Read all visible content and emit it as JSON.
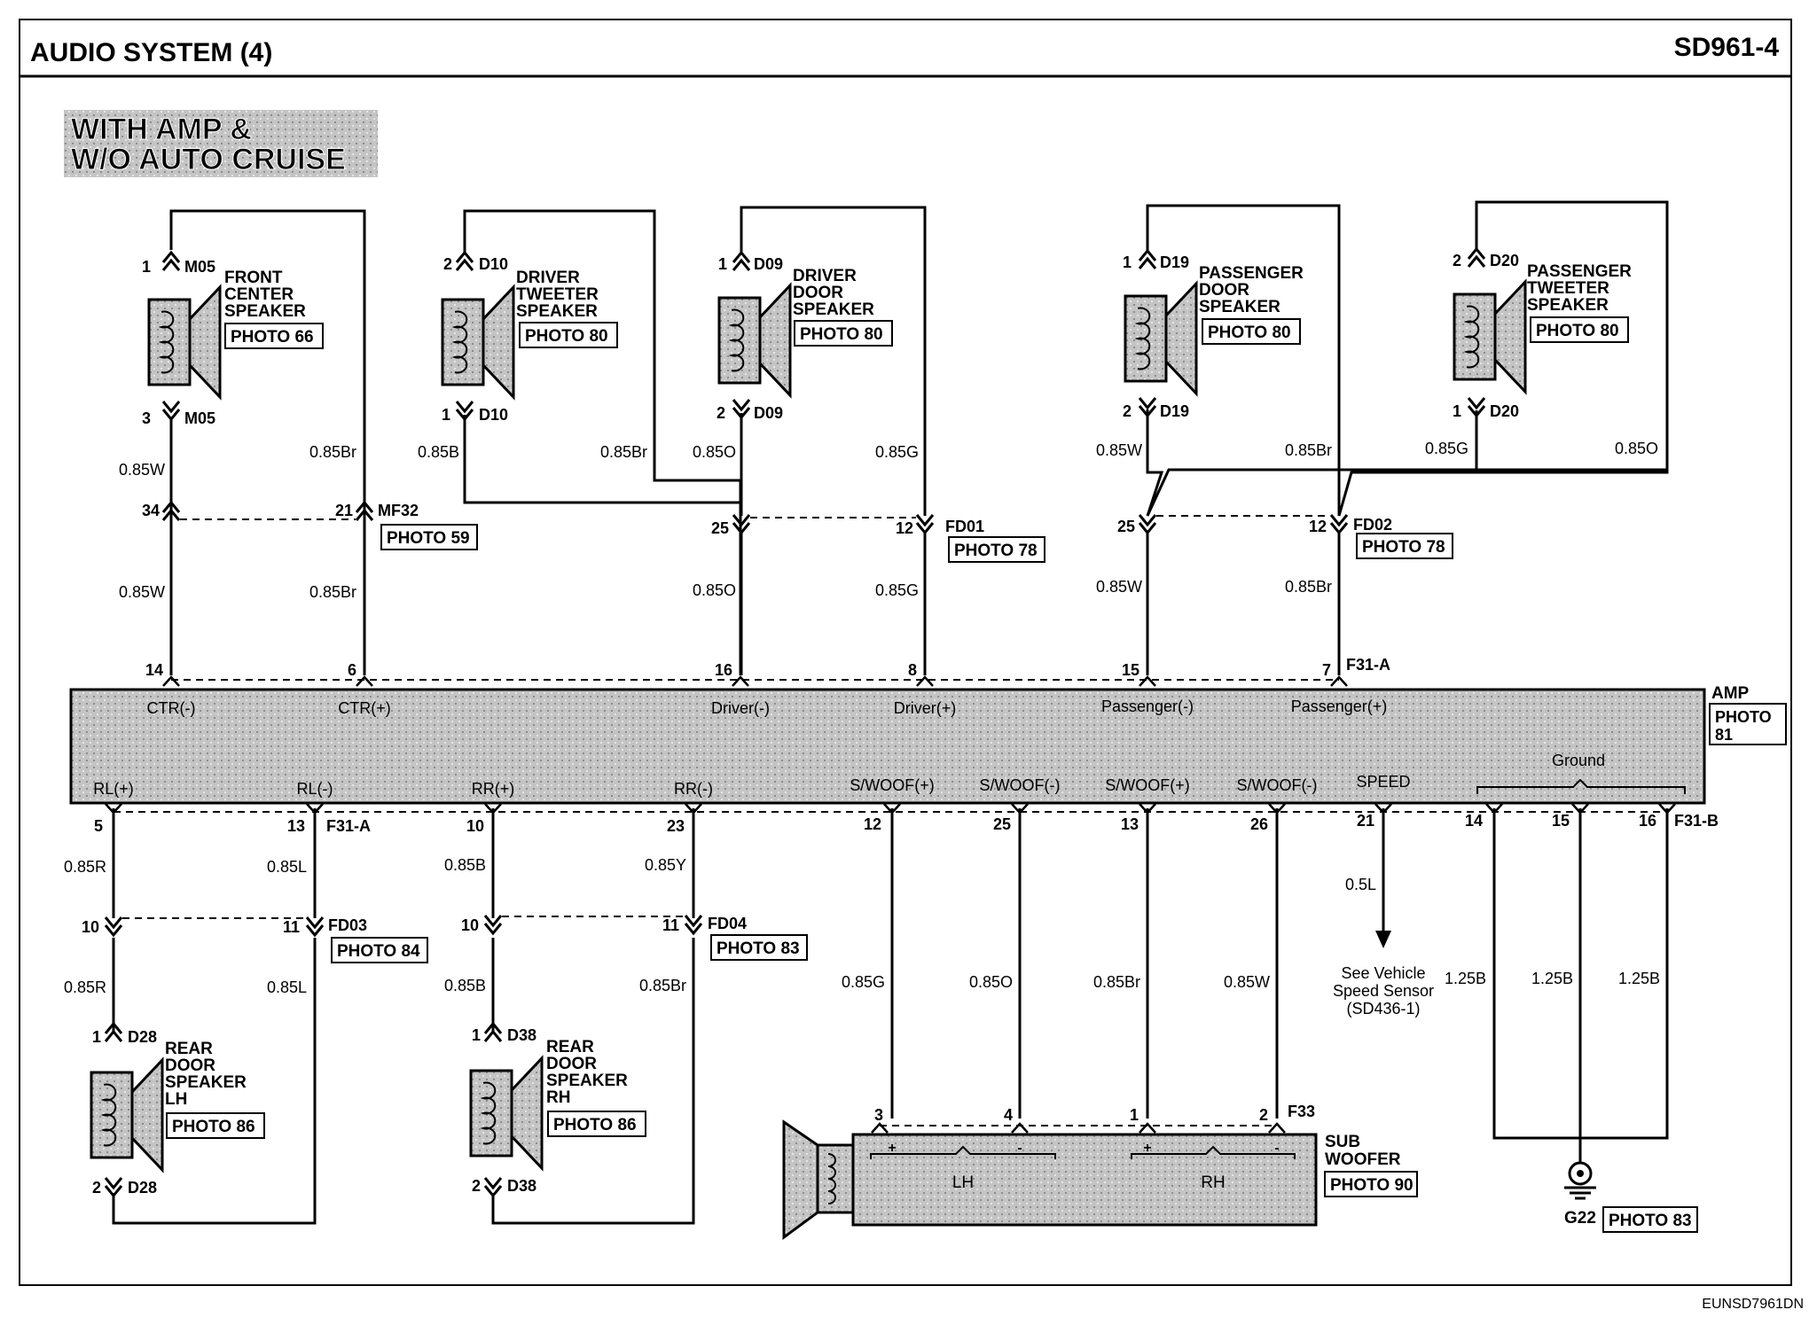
{
  "header": {
    "title": "AUDIO SYSTEM (4)",
    "code": "SD961-4"
  },
  "variant": {
    "line1": "WITH AMP &",
    "line2": "W/O AUTO CRUISE"
  },
  "speakers": [
    {
      "id": "front-center",
      "l1": "FRONT",
      "l2": "CENTER",
      "l3": "SPEAKER",
      "photo": "PHOTO 66",
      "connector": "M05",
      "pin_top": "1",
      "pin_bottom": "3"
    },
    {
      "id": "driver-tweeter",
      "l1": "DRIVER",
      "l2": "TWEETER",
      "l3": "SPEAKER",
      "photo": "PHOTO 80",
      "connector": "D10",
      "pin_top": "2",
      "pin_bottom": "1"
    },
    {
      "id": "driver-door",
      "l1": "DRIVER",
      "l2": "DOOR",
      "l3": "SPEAKER",
      "photo": "PHOTO 80",
      "connector": "D09",
      "pin_top": "1",
      "pin_bottom": "2"
    },
    {
      "id": "passenger-door",
      "l1": "PASSENGER",
      "l2": "DOOR",
      "l3": "SPEAKER",
      "photo": "PHOTO 80",
      "connector": "D19",
      "pin_top": "1",
      "pin_bottom": "2"
    },
    {
      "id": "passenger-tweeter",
      "l1": "PASSENGER",
      "l2": "TWEETER",
      "l3": "SPEAKER",
      "photo": "PHOTO 80",
      "connector": "D20",
      "pin_top": "2",
      "pin_bottom": "1"
    },
    {
      "id": "rear-door-lh",
      "l1": "REAR",
      "l2": "DOOR",
      "l3": "SPEAKER",
      "l4": "LH",
      "photo": "PHOTO 86",
      "connector": "D28",
      "pin_top": "1",
      "pin_bottom": "2"
    },
    {
      "id": "rear-door-rh",
      "l1": "REAR",
      "l2": "DOOR",
      "l3": "SPEAKER",
      "l4": "RH",
      "photo": "PHOTO 86",
      "connector": "D38",
      "pin_top": "1",
      "pin_bottom": "2"
    }
  ],
  "connectors": {
    "mf32": {
      "name": "MF32",
      "photo": "PHOTO 59",
      "pin_a": "34",
      "pin_b": "21"
    },
    "fd01": {
      "name": "FD01",
      "photo": "PHOTO 78",
      "pin_a": "25",
      "pin_b": "12"
    },
    "fd02": {
      "name": "FD02",
      "photo": "PHOTO 78",
      "pin_a": "25",
      "pin_b": "12"
    },
    "fd03": {
      "name": "FD03",
      "photo": "PHOTO 84",
      "pin_a": "10",
      "pin_b": "11"
    },
    "fd04": {
      "name": "FD04",
      "photo": "PHOTO 83",
      "pin_a": "10",
      "pin_b": "11"
    },
    "f31a_top": {
      "name": "F31-A",
      "pins": [
        "14",
        "6",
        "16",
        "8",
        "15",
        "7"
      ]
    },
    "f31a_bottom": {
      "name": "F31-A",
      "pins": [
        "5",
        "13",
        "10",
        "23"
      ]
    },
    "f31b": {
      "name": "F31-B",
      "pins": [
        "12",
        "25",
        "13",
        "26",
        "21",
        "14",
        "15",
        "16"
      ]
    },
    "f33": {
      "name": "F33",
      "pins": [
        "3",
        "4",
        "1",
        "2"
      ]
    }
  },
  "amp": {
    "name": "AMP",
    "photo_l1": "PHOTO",
    "photo_l2": "81",
    "top_terminals": [
      "CTR(-)",
      "CTR(+)",
      "Driver(-)",
      "Driver(+)",
      "Passenger(-)",
      "Passenger(+)"
    ],
    "bottom_terminals": [
      "RL(+)",
      "RL(-)",
      "RR(+)",
      "RR(-)",
      "S/WOOF(+)",
      "S/WOOF(-)",
      "S/WOOF(+)",
      "S/WOOF(-)",
      "SPEED"
    ],
    "ground_label": "Ground"
  },
  "wires": {
    "fc_w1": "0.85W",
    "fc_br1": "0.85Br",
    "fc_w2": "0.85W",
    "fc_br2": "0.85Br",
    "dt_b": "0.85B",
    "dt_br": "0.85Br",
    "dd_o": "0.85O",
    "dd_g": "0.85G",
    "dr_o2": "0.85O",
    "dr_g2": "0.85G",
    "pd_w": "0.85W",
    "pd_br": "0.85Br",
    "pt_g": "0.85G",
    "pt_o": "0.85O",
    "pa_w2": "0.85W",
    "pa_br2": "0.85Br",
    "rl_r1": "0.85R",
    "rl_l1": "0.85L",
    "rl_r2": "0.85R",
    "rl_l2": "0.85L",
    "rr_b1": "0.85B",
    "rr_y1": "0.85Y",
    "rr_b2": "0.85B",
    "rr_br2": "0.85Br",
    "sw_g": "0.85G",
    "sw_o": "0.85O",
    "sw_br": "0.85Br",
    "sw_w": "0.85W",
    "speed": "0.5L",
    "gnd1": "1.25B",
    "gnd2": "1.25B",
    "gnd3": "1.25B"
  },
  "speed_note": {
    "l1": "See Vehicle",
    "l2": "Speed Sensor",
    "l3": "(SD436-1)"
  },
  "subwoofer": {
    "l1": "SUB",
    "l2": "WOOFER",
    "photo": "PHOTO 90",
    "lh": "LH",
    "rh": "RH"
  },
  "ground": {
    "name": "G22",
    "photo": "PHOTO 83"
  },
  "footer_code": "EUNSD7961DN"
}
